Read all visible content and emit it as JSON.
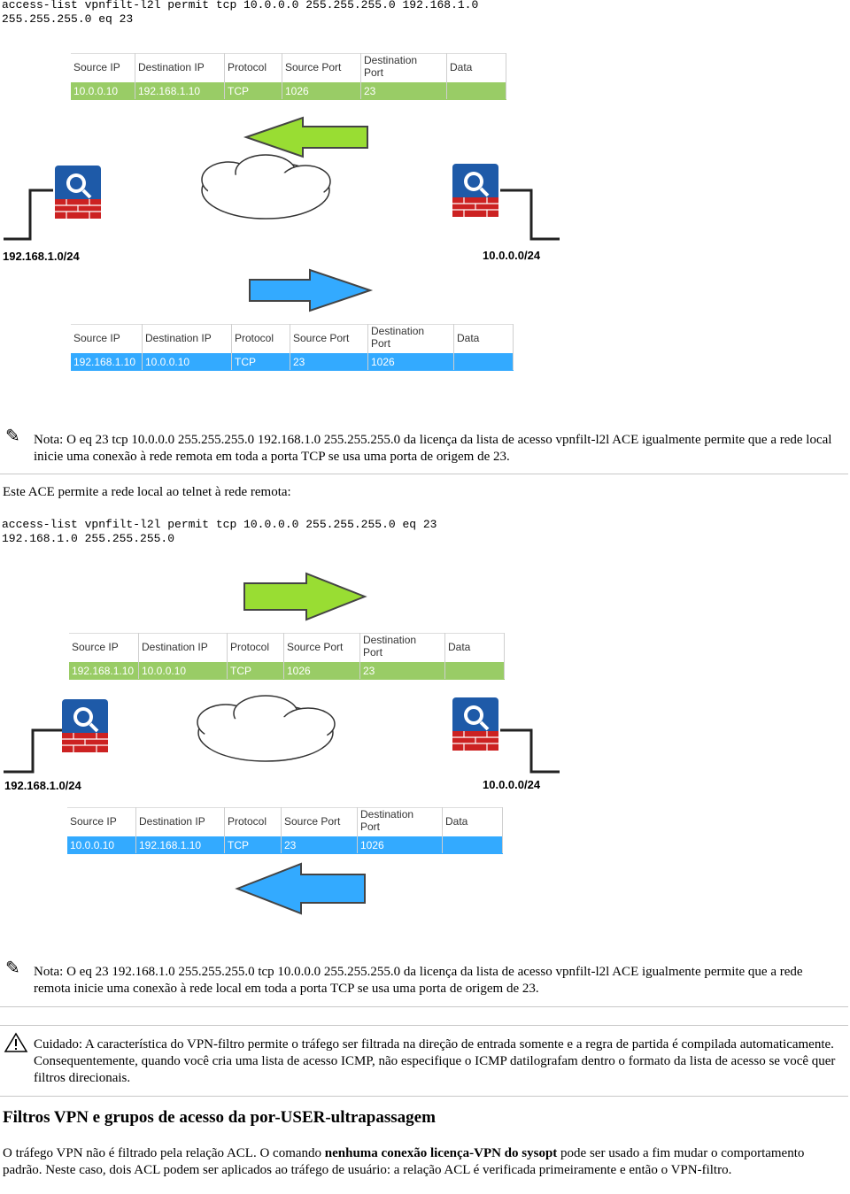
{
  "code_top": "access-list vpnfilt-l2l permit tcp 10.0.0.0 255.255.255.0 192.168.1.0\n255.255.255.0 eq 23",
  "packet_headers": [
    "Source IP",
    "Destination IP",
    "Protocol",
    "Source Port",
    "Destination\nPort",
    "Data"
  ],
  "diagram1": {
    "packet_top": {
      "src_ip": "10.0.0.10",
      "dst_ip": "192.168.1.10",
      "protocol": "TCP",
      "src_port": "1026",
      "dst_port": "23"
    },
    "packet_bottom": {
      "src_ip": "192.168.1.10",
      "dst_ip": "10.0.0.10",
      "protocol": "TCP",
      "src_port": "23",
      "dst_port": "1026"
    },
    "left_net": "192.168.1.0/24",
    "right_net": "10.0.0.0/24",
    "arrow_top_color": "#99cc33",
    "arrow_bottom_color": "#33aaff"
  },
  "note1": "Nota: O eq 23 tcp 10.0.0.0 255.255.255.0 192.168.1.0 255.255.255.0 da licença da lista de acesso vpnfilt-l2l ACE igualmente permite que a rede local inicie uma conexão à rede remota em toda a porta TCP se usa uma porta de origem de 23.",
  "intro2": "Este ACE permite a rede local ao telnet à rede remota:",
  "code_mid": "access-list vpnfilt-l2l permit tcp 10.0.0.0 255.255.255.0 eq 23\n192.168.1.0 255.255.255.0",
  "diagram2": {
    "packet_top": {
      "src_ip": "192.168.1.10",
      "dst_ip": "10.0.0.10",
      "protocol": "TCP",
      "src_port": "1026",
      "dst_port": "23"
    },
    "packet_bottom": {
      "src_ip": "10.0.0.10",
      "dst_ip": "192.168.1.10",
      "protocol": "TCP",
      "src_port": "23",
      "dst_port": "1026"
    },
    "left_net": "192.168.1.0/24",
    "right_net": "10.0.0.0/24"
  },
  "note2": "Nota: O eq 23 192.168.1.0 255.255.255.0 tcp 10.0.0.0 255.255.255.0 da licença da lista de acesso vpnfilt-l2l ACE igualmente permite que a rede remota inicie uma conexão à rede local em toda a porta TCP se usa uma porta de origem de 23.",
  "caution": "Cuidado: A característica do VPN-filtro permite o tráfego ser filtrada na direção de entrada somente e a regra de partida é compilada automaticamente. Consequentemente, quando você cria uma lista de acesso ICMP, não especifique o ICMP datilografam dentro o formato da lista de acesso se você quer filtros direcionais.",
  "section_title": "Filtros VPN e grupos de acesso da por-USER-ultrapassagem",
  "final_para": {
    "before": "O tráfego VPN não é filtrado pela relação ACL. O comando ",
    "bold": "nenhuma conexão licença-VPN do sysopt",
    "after": " pode ser usado a fim mudar o comportamento padrão. Neste caso, dois ACL podem ser aplicados ao tráfego de usuário: a relação ACL é verificada primeiramente e então o VPN-filtro."
  }
}
